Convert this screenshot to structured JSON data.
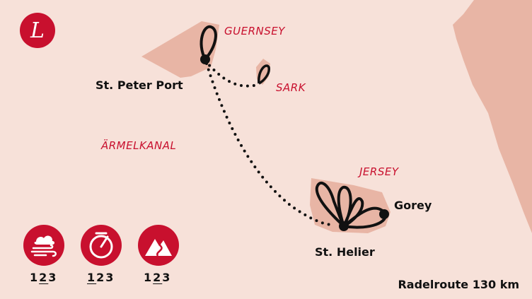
{
  "brand": {
    "logo_letter": "L",
    "accent": "#c8102e"
  },
  "colors": {
    "sea": "#f7e1d9",
    "land": "#e8b5a5",
    "route": "#111111"
  },
  "regions": {
    "guernsey": "GUERNSEY",
    "sark": "SARK",
    "channel": "ÄRMELKANAL",
    "jersey": "JERSEY"
  },
  "places": {
    "st_peter_port": "St. Peter Port",
    "st_helier": "St. Helier",
    "gorey": "Gorey"
  },
  "ratings": [
    {
      "icon": "wind-icon",
      "levels": [
        "1",
        "2",
        "3"
      ],
      "selected": 2
    },
    {
      "icon": "gauge-icon",
      "levels": [
        "1",
        "2",
        "3"
      ],
      "selected": 1
    },
    {
      "icon": "mountains-icon",
      "levels": [
        "1",
        "2",
        "3"
      ],
      "selected": 2
    }
  ],
  "route_summary": "Radelroute 130 km"
}
